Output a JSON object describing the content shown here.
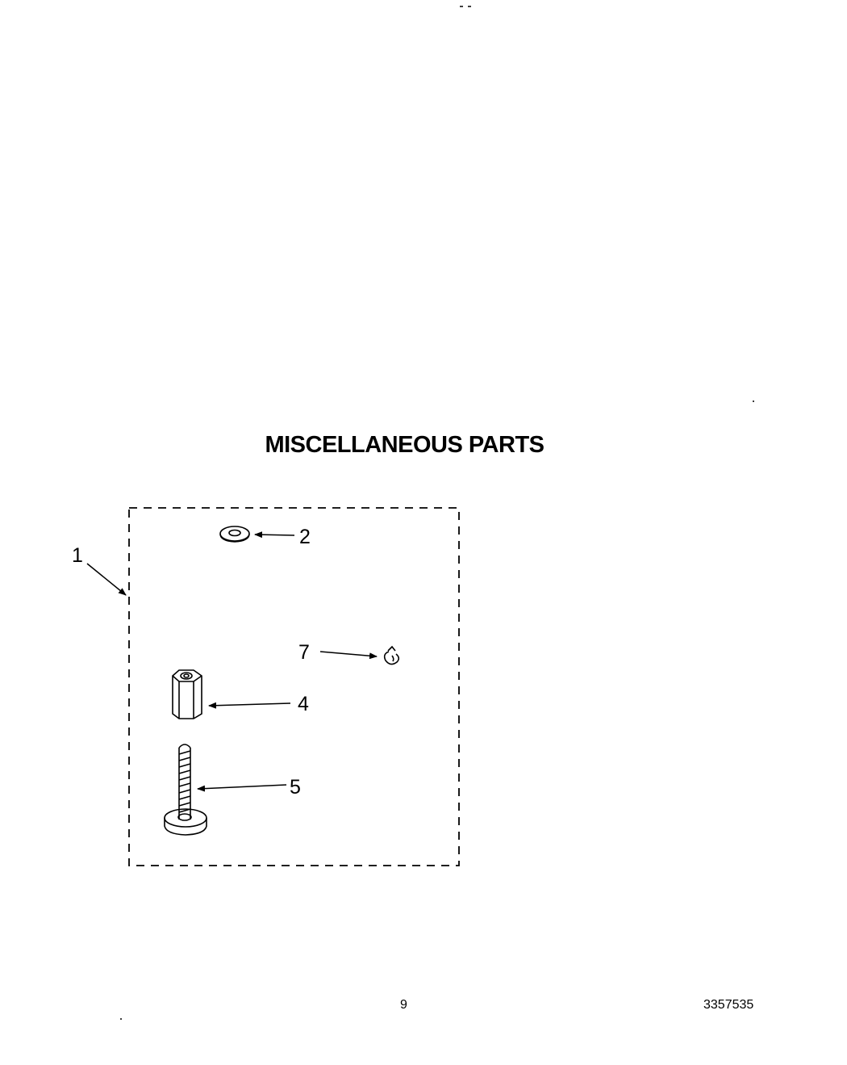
{
  "title": "MISCELLANEOUS PARTS",
  "callouts": {
    "kit": "1",
    "washer": "2",
    "clip": "7",
    "nut": "4",
    "bolt": "5"
  },
  "footer": {
    "page_number": "9",
    "document_number": "3357535"
  }
}
